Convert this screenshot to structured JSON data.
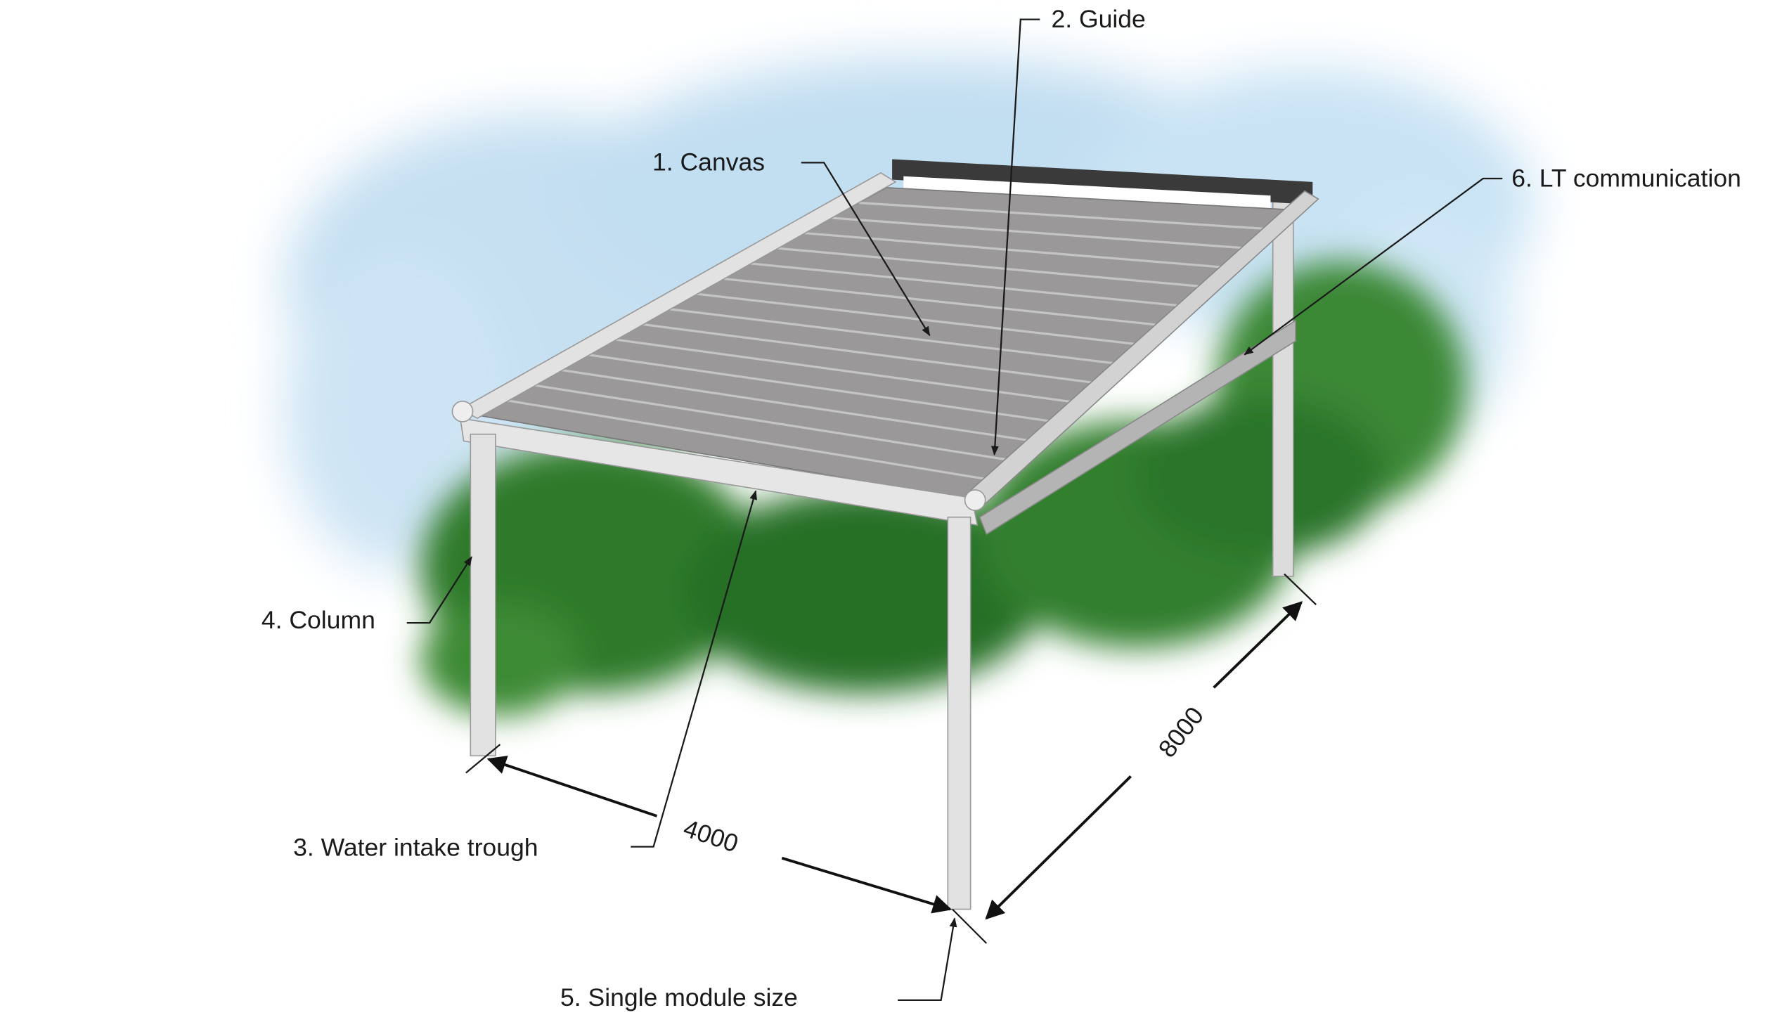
{
  "labels": {
    "canvas": "1. Canvas",
    "guide": "2. Guide",
    "trough": "3. Water intake trough",
    "column": "4. Column",
    "module": "5. Single module size",
    "lt": "6. LT communication"
  },
  "dimensions": {
    "width": "4000",
    "length": "8000"
  },
  "colors": {
    "sky": "#bcdcf0",
    "bush": "#2f7a2a",
    "roof": "#9a9898",
    "frame": "#d8d8d8"
  }
}
